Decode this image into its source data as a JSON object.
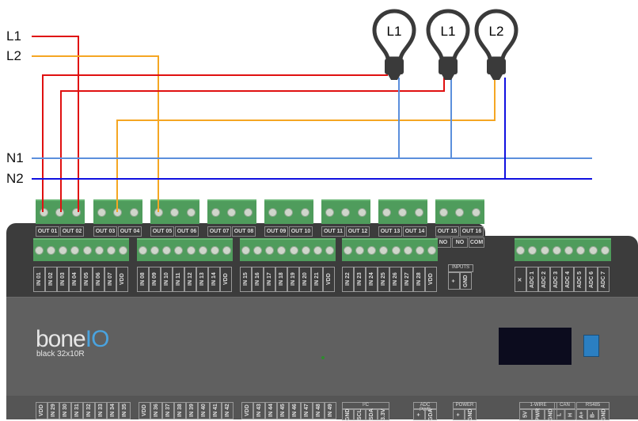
{
  "lines": {
    "l1": "L1",
    "l2": "L2",
    "n1": "N1",
    "n2": "N2"
  },
  "bulbs": [
    "L1",
    "L1",
    "L2"
  ],
  "colors": {
    "l1": "#e01010",
    "l2": "#f5a623",
    "n1": "#5b8fdc",
    "n2": "#1010e0",
    "terminal": "#4f9c5c",
    "body": "#3c3c3c",
    "face": "#606060",
    "accent": "#4aa3df"
  },
  "outputs": [
    "OUT 01",
    "OUT 02",
    "OUT 03",
    "OUT 04",
    "OUT 05",
    "OUT 06",
    "OUT 07",
    "OUT 08",
    "OUT 09",
    "OUT 10",
    "OUT 11",
    "OUT 12",
    "OUT 13",
    "OUT 14",
    "OUT 15",
    "OUT 16"
  ],
  "relay_contacts": [
    "NO",
    "NO",
    "COM"
  ],
  "inputs_top": [
    [
      "IN 01",
      "IN 02",
      "IN 03",
      "IN 04",
      "IN 05",
      "IN 06",
      "IN 07",
      "VDD"
    ],
    [
      "IN 08",
      "IN 09",
      "IN 10",
      "IN 11",
      "IN 12",
      "IN 13",
      "IN 14",
      "VDD"
    ],
    [
      "IN 15",
      "IN 16",
      "IN 17",
      "IN 18",
      "IN 19",
      "IN 20",
      "IN 21",
      "VDD"
    ],
    [
      "IN 22",
      "IN 23",
      "IN 24",
      "IN 25",
      "IN 26",
      "IN 27",
      "IN 28",
      "VDD"
    ]
  ],
  "inputs_power": {
    "title": "INPUTS",
    "pins": [
      "+",
      "GND"
    ]
  },
  "adc": [
    "ADC 1",
    "ADC 2",
    "ADC 3",
    "ADC 4",
    "ADC 5",
    "ADC 6",
    "ADC 7"
  ],
  "logo": {
    "brand": "bone",
    "brand_accent": "IO",
    "model": "black 32x10R"
  },
  "inputs_bottom": [
    [
      "VDD",
      "IN 29",
      "IN 30",
      "IN 31",
      "IN 32",
      "IN 33",
      "IN 34",
      "IN 35"
    ],
    [
      "VDD",
      "IN 36",
      "IN 37",
      "IN 38",
      "IN 39",
      "IN 40",
      "IN 41",
      "IN 42"
    ],
    [
      "VDD",
      "IN 43",
      "IN 44",
      "IN 45",
      "IN 46",
      "IN 47",
      "IN 48",
      "IN 49"
    ]
  ],
  "bottom_groups": [
    {
      "title": "I²C",
      "pins": [
        "GND",
        "SCL",
        "SDA",
        "3.3V"
      ]
    },
    {
      "title": "ADC PWR",
      "pins": [
        "+",
        "GDA"
      ]
    },
    {
      "title": "POWER",
      "pins": [
        "+",
        "GND"
      ]
    },
    {
      "title": "1-WIRE",
      "pins": [
        "5V",
        "PWR",
        "GND"
      ]
    },
    {
      "title": "CAN",
      "pins": [
        "L",
        "H"
      ]
    },
    {
      "title": "RS485",
      "pins": [
        "A+",
        "B-",
        "GND"
      ]
    }
  ]
}
